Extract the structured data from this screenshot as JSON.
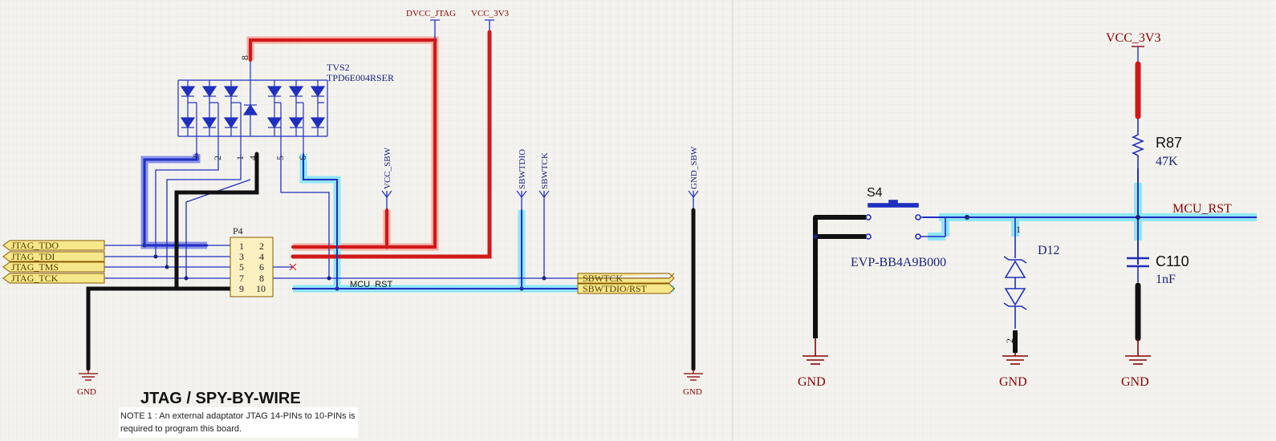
{
  "left_schematic": {
    "title": "JTAG / SPY-BY-WIRE",
    "note_line1": "NOTE 1 : An external adaptator JTAG 14-PINs to 10-PINs is",
    "note_line2": "required to program this board.",
    "tvs": {
      "ref": "TVS2",
      "part": "TPD6E004RSER",
      "pins": [
        "8",
        "3",
        "2",
        "1",
        "4",
        "5",
        "6"
      ]
    },
    "header": {
      "ref": "P4",
      "rows": [
        [
          "1",
          "2"
        ],
        [
          "3",
          "4"
        ],
        [
          "5",
          "6"
        ],
        [
          "7",
          "8"
        ],
        [
          "9",
          "10"
        ]
      ]
    },
    "ports_left": [
      "JTAG_TDO",
      "JTAG_TDI",
      "JTAG_TMS",
      "JTAG_TCK"
    ],
    "ports_right": [
      "SBWTCK",
      "SBWTDIO/RST"
    ],
    "power": {
      "dvcc": "DVCC_JTAG",
      "vcc": "VCC_3V3",
      "vcc_sbw": "VCC_SBW",
      "gnd_sbw": "GND_SBW",
      "sbwtdio": "SBWTDIO",
      "sbwtck": "SBWTCK"
    },
    "net_mcu_rst": "MCU_RST",
    "gnd_left": "GND",
    "gnd_right": "GND"
  },
  "right_schematic": {
    "vcc": "VCC_3V3",
    "r_ref": "R87",
    "r_val": "47K",
    "s_ref": "S4",
    "s_part": "EVP-BB4A9B000",
    "d_ref": "D12",
    "d_pin1": "1",
    "d_pin2": "2",
    "c_ref": "C110",
    "c_val": "1nF",
    "net": "MCU_RST",
    "gnd1": "GND",
    "gnd2": "GND",
    "gnd3": "GND"
  },
  "colors": {
    "wire_blue": "#1f2fbf",
    "net_red": "#d01818",
    "net_black": "#111111",
    "highlight_cyan": "#8fe6f5",
    "highlight_salmon": "#f4a9a0",
    "label_red": "#8b0000",
    "port_fill": "#f6e88a"
  }
}
